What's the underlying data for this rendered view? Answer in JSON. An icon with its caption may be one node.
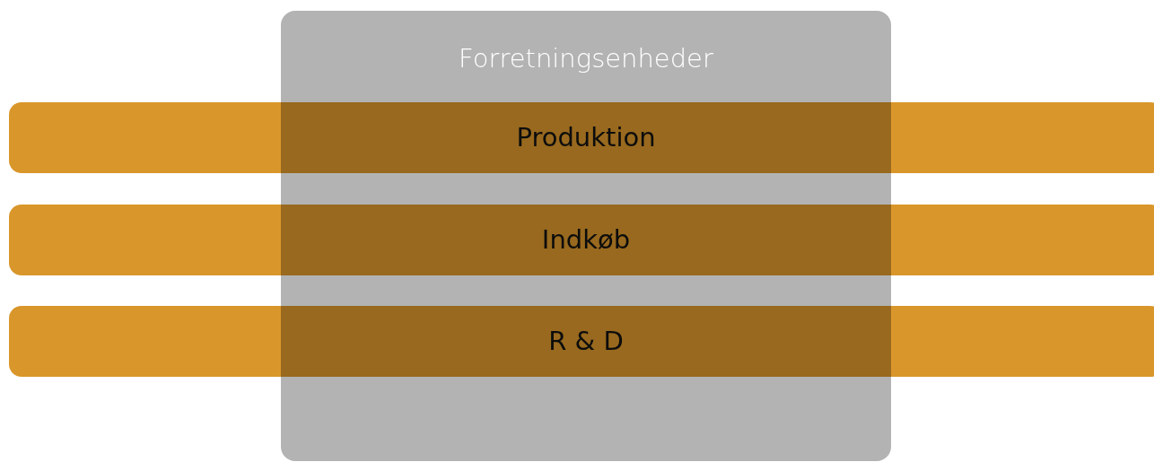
{
  "diagram": {
    "nodes": [
      {
        "text": [
          "Forretningsenheder"
        ]
      },
      {
        "text": [
          "Produktion"
        ]
      },
      {
        "text": [
          "Indkøb"
        ]
      },
      {
        "text": [
          "R & D"
        ]
      }
    ]
  }
}
